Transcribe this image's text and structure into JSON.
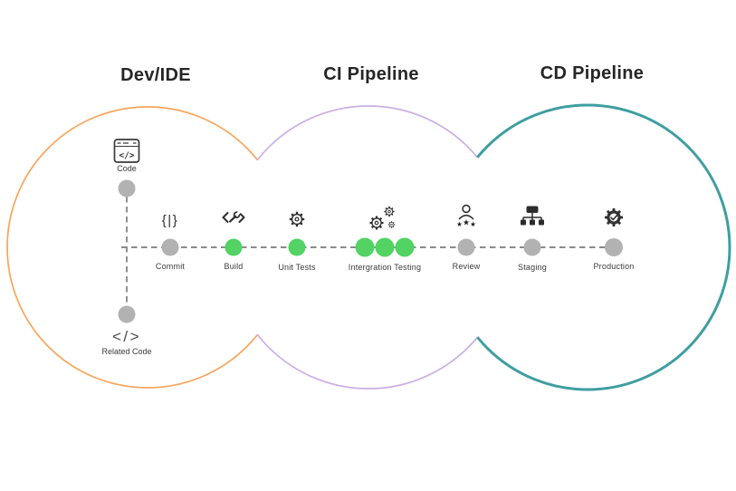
{
  "titles": {
    "dev": "Dev/IDE",
    "ci": "CI Pipeline",
    "cd": "CD Pipeline"
  },
  "colors": {
    "dev_circle": "#F8A55C",
    "ci_circle": "#CBAEE6",
    "cd_circle": "#3F9EA1",
    "done_green": "#52D363",
    "pending_gray": "#B2B2B2",
    "dashed_line": "#8A8A8A",
    "icon_ink": "#2E2E2E"
  },
  "branch": {
    "code_label": "Code",
    "related_code_label": "Related Code"
  },
  "glyphs": {
    "code": "</>",
    "related_code": "</>",
    "commit": "{|}",
    "star": "★"
  },
  "stages": [
    {
      "label": "Commit",
      "status": "pending",
      "color": "#B2B2B2",
      "icon": "braces-icon"
    },
    {
      "label": "Build",
      "status": "done",
      "color": "#52D363",
      "icon": "wrench-brackets-icon"
    },
    {
      "label": "Unit Tests",
      "status": "done",
      "color": "#52D363",
      "icon": "gear-icon"
    },
    {
      "label": "Intergration Testing",
      "status": "done",
      "color": "#52D363",
      "icon": "gears-cluster-icon",
      "dots": 3
    },
    {
      "label": "Review",
      "status": "pending",
      "color": "#B2B2B2",
      "icon": "person-stars-icon"
    },
    {
      "label": "Staging",
      "status": "pending",
      "color": "#B2B2B2",
      "icon": "sitemap-icon"
    },
    {
      "label": "Production",
      "status": "pending",
      "color": "#B2B2B2",
      "icon": "gear-check-icon"
    }
  ]
}
